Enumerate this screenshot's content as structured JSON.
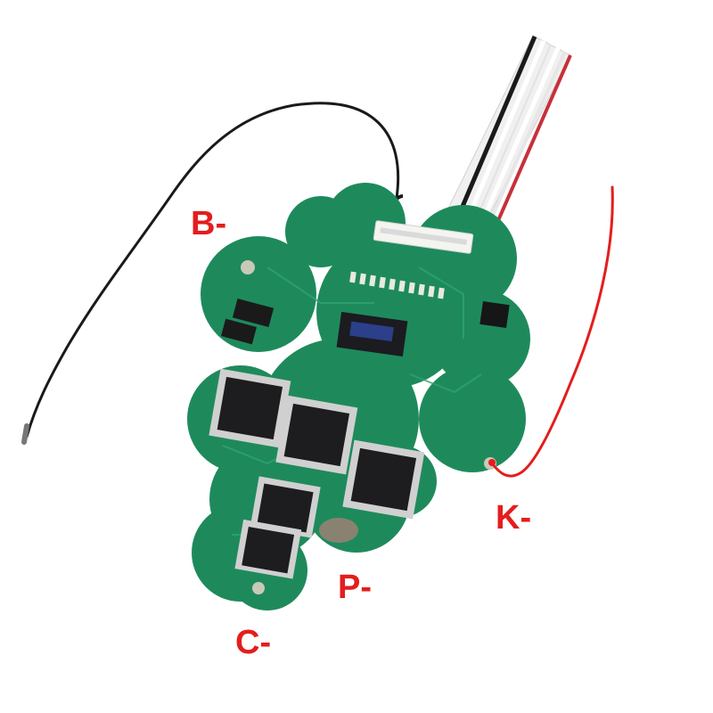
{
  "image": {
    "subject": "bms-protection-board",
    "board_color": "#1e8a5c",
    "label_color": "#e41d1d",
    "sense_wire_color": "#e41d1d",
    "ground_wire_color": "#1a1a1a",
    "harness_colors": [
      "#1a1a1a",
      "#f2f2f2",
      "#f2f2f2",
      "#f2f2f2",
      "#f2f2f2",
      "#f2f2f2",
      "#c8303a"
    ]
  },
  "labels": {
    "b_minus": "B-",
    "k_minus": "K-",
    "p_minus": "P-",
    "c_minus": "C-"
  }
}
